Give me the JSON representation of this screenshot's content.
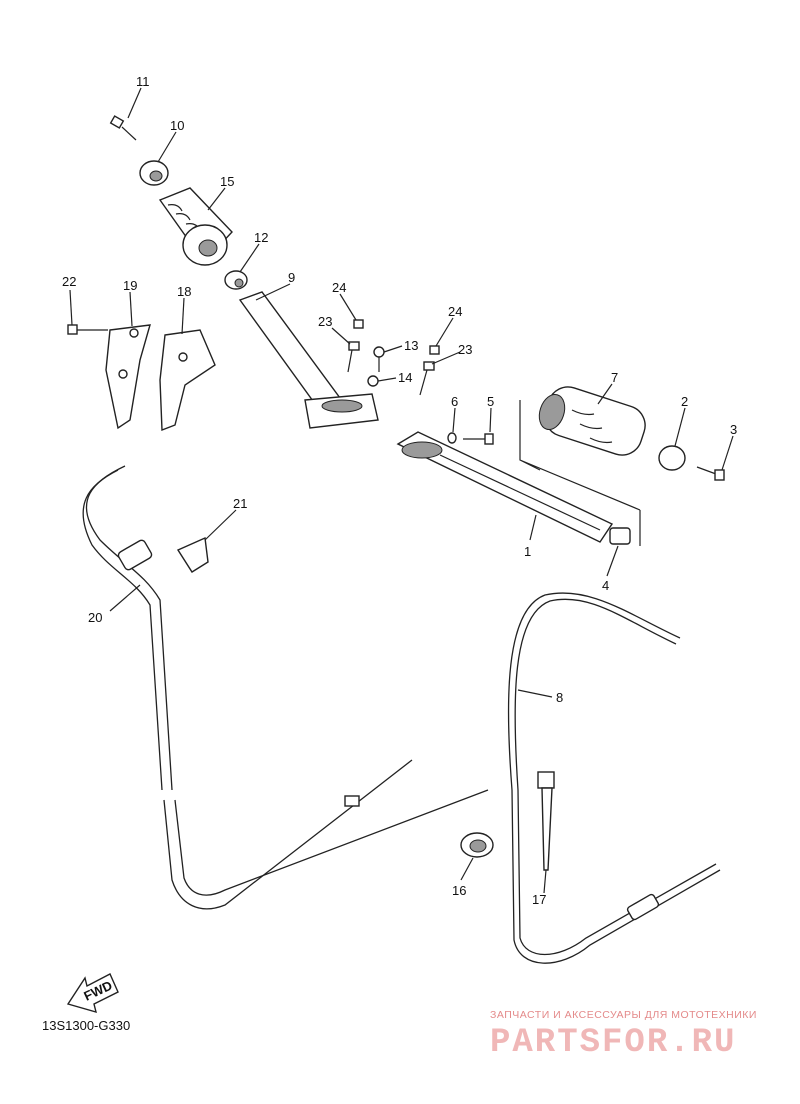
{
  "diagram": {
    "callouts": [
      "1",
      "2",
      "3",
      "4",
      "5",
      "6",
      "7",
      "8",
      "9",
      "10",
      "11",
      "12",
      "13",
      "14",
      "15",
      "16",
      "17",
      "18",
      "19",
      "20",
      "21",
      "22",
      "23",
      "23",
      "24",
      "24"
    ],
    "direction_label": "FWD",
    "figure_code": "13S1300-G330"
  },
  "watermark": {
    "tagline": "ЗАПЧАСТИ И АКСЕССУАРЫ ДЛЯ МОТОТЕХНИКИ",
    "brand": "PARTSFOR.RU"
  },
  "colors": {
    "line": "#222222",
    "shade": "#9a9a9a",
    "watermark": "#e48a8a"
  }
}
